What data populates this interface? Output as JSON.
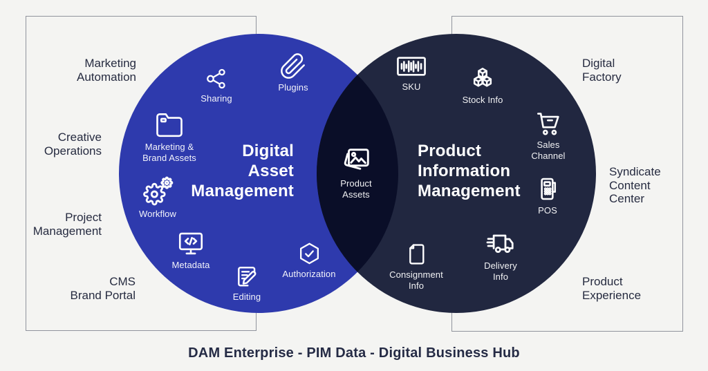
{
  "colors": {
    "background": "#f4f4f2",
    "left_circle": "#2e3aad",
    "right_circle": "#212740",
    "overlap": "#0a0e28",
    "frame_border": "#90939c",
    "dark_text": "#262b40",
    "light_text": "#ffffff"
  },
  "venn": {
    "left_circle": {
      "title_lines": [
        "Digital",
        "Asset",
        "Management"
      ],
      "items": [
        {
          "id": "sharing",
          "icon": "share-nodes",
          "label": "Sharing"
        },
        {
          "id": "plugins",
          "icon": "paperclip",
          "label": "Plugins"
        },
        {
          "id": "marketing-brand-assets",
          "icon": "folder",
          "label": "Marketing &\nBrand Assets"
        },
        {
          "id": "workflow",
          "icon": "gears",
          "label": "Workflow"
        },
        {
          "id": "metadata",
          "icon": "monitor-code",
          "label": "Metadata"
        },
        {
          "id": "editing",
          "icon": "document-pencil",
          "label": "Editing"
        },
        {
          "id": "authorization",
          "icon": "hexagon-check",
          "label": "Authorization"
        }
      ]
    },
    "right_circle": {
      "title_lines": [
        "Product",
        "Information",
        "Management"
      ],
      "items": [
        {
          "id": "sku",
          "icon": "barcode",
          "label": "SKU"
        },
        {
          "id": "stock-info",
          "icon": "cubes",
          "label": "Stock Info"
        },
        {
          "id": "sales-channel",
          "icon": "cart",
          "label": "Sales\nChannel"
        },
        {
          "id": "pos",
          "icon": "pos-terminal",
          "label": "POS"
        },
        {
          "id": "delivery-info",
          "icon": "truck",
          "label": "Delivery\nInfo"
        },
        {
          "id": "consignment-info",
          "icon": "page",
          "label": "Consignment\nInfo"
        }
      ]
    },
    "overlap_item": {
      "id": "product-assets",
      "icon": "image-stack",
      "label": "Product\nAssets"
    }
  },
  "outer_labels": {
    "marketing_automation": "Marketing\nAutomation",
    "creative_operations": "Creative\nOperations",
    "project_management": "Project\nManagement",
    "cms_brand_portal": "CMS\nBrand Portal",
    "digital_factory": "Digital\nFactory",
    "syndicate_content_center": "Syndicate\nContent\nCenter",
    "product_experience": "Product\nExperience"
  },
  "caption": "DAM Enterprise - PIM Data - Digital Business Hub"
}
